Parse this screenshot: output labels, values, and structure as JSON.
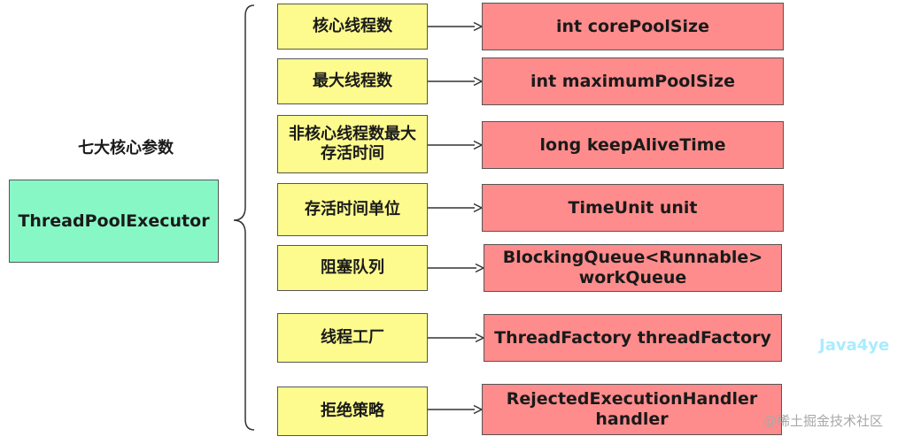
{
  "group_label": "七大核心参数",
  "root": {
    "label": "ThreadPoolExecutor"
  },
  "params": [
    {
      "name": "核心线程数",
      "type": "int corePoolSize"
    },
    {
      "name": "最大线程数",
      "type": "int maximumPoolSize"
    },
    {
      "name": "非核心线程数最大存活时间",
      "type": "long keepAliveTime"
    },
    {
      "name": "存活时间单位",
      "type": "TimeUnit unit"
    },
    {
      "name": "阻塞队列",
      "type": "BlockingQueue<Runnable> workQueue"
    },
    {
      "name": "线程工厂",
      "type": "ThreadFactory threadFactory"
    },
    {
      "name": "拒绝策略",
      "type": "RejectedExecutionHandler handler"
    }
  ],
  "watermark": "Java4ye",
  "site_mark": "@稀土掘金技术社区",
  "colors": {
    "root_fill": "#88f7c6",
    "param_fill": "#fdfb8e",
    "type_fill": "#ff8c8c",
    "connector": "#333333",
    "watermark": "#a9ecff"
  }
}
